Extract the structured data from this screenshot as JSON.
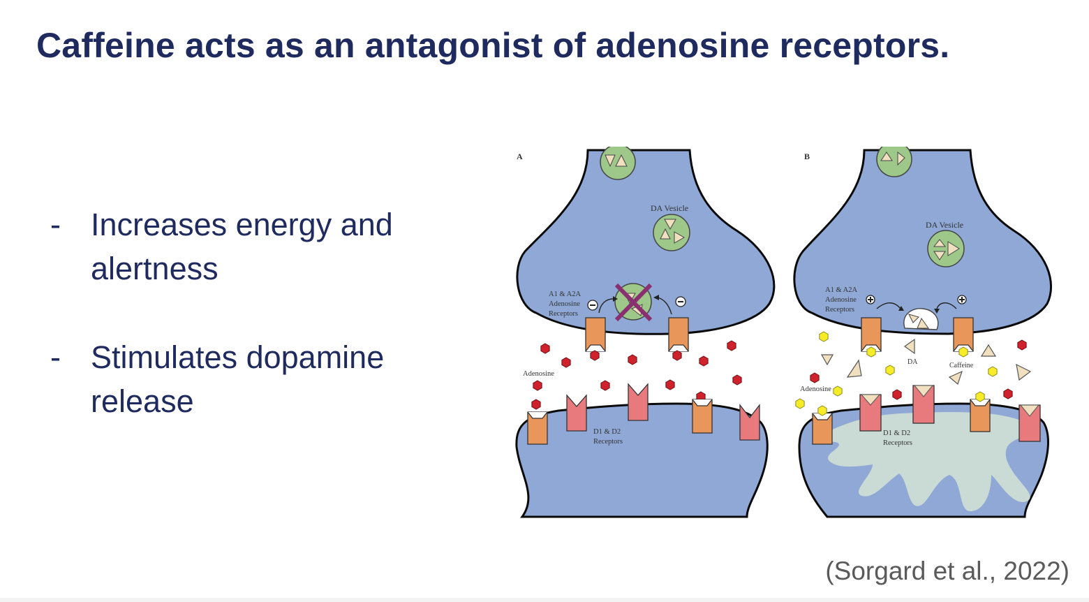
{
  "slide": {
    "title": "Caffeine acts as an antagonist of adenosine receptors.",
    "bullets": [
      {
        "dash": "-",
        "text": "Increases energy and alertness"
      },
      {
        "dash": "-",
        "text": "Stimulates dopamine release"
      }
    ],
    "citation": "(Sorgard et al., 2022)"
  },
  "figure": {
    "panel_a": {
      "letter": "A",
      "vesicle_label": "DA Vesicle",
      "receptor_label_lines": [
        "A1 & A2A",
        "Adenosine",
        "Receptors"
      ],
      "adenosine_label": "Adenosine",
      "d_receptor_label_lines": [
        "D1 & D2",
        "Receptors"
      ]
    },
    "panel_b": {
      "letter": "B",
      "vesicle_label": "DA Vesicle",
      "receptor_label_lines": [
        "A1 & A2A",
        "Adenosine",
        "Receptors"
      ],
      "da_label": "DA",
      "caffeine_label": "Caffeine",
      "adenosine_label": "Adenosine",
      "d_receptor_label_lines": [
        "D1 & D2",
        "Receptors"
      ]
    },
    "colors": {
      "neuron": "#8fa8d6",
      "vesicle": "#9dc88a",
      "a_receptor": "#e8965a",
      "d_receptor": "#e8797d",
      "adenosine": "#d0222c",
      "caffeine": "#f7ec27",
      "dopamine": "#f0e0c0",
      "dendrite_glow": "#cfe0d6",
      "block_cross": "#8a3070"
    },
    "icons": [
      "minus-sign-icon",
      "plus-sign-icon",
      "block-cross-icon"
    ]
  }
}
